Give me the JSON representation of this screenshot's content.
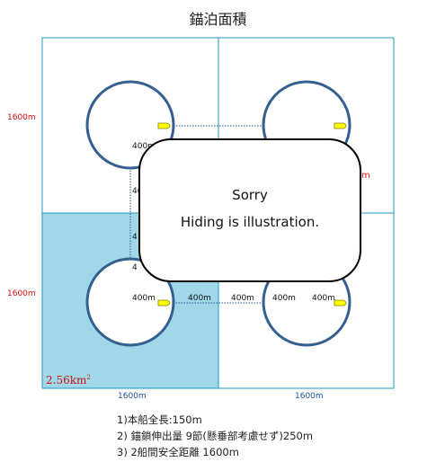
{
  "title": "錨泊面積",
  "colors": {
    "frame": "#1f97c4",
    "shaded": "#a0d8ea",
    "circle": "#365f91",
    "red_text": "#d01010",
    "blue_text": "#1a55a0",
    "buoy": "#ffff00",
    "dotted": "#2b4f8f"
  },
  "labels": {
    "left_top": "1600m",
    "left_bottom": "1600m",
    "bottom_left": "1600m",
    "bottom_right": "1600m",
    "area_value": "2.56km",
    "area_exp": "2",
    "right_partial": "m"
  },
  "distance_labels": {
    "top": "400m",
    "left_1": "400m",
    "left_2": "4",
    "left_3": "4",
    "bottom_1": "400m",
    "bottom_2": "400m",
    "bottom_3": "400m",
    "bottom_4": "400m",
    "bottom_5": "400m"
  },
  "notes": [
    "1)本船全長:150m",
    "2) 錨鎖伸出量 9節(懸垂部考慮せず)250m",
    "3) 2船間安全距離 1600m"
  ],
  "popup": {
    "line1": "Sorry",
    "line2": "Hiding is illustration."
  }
}
